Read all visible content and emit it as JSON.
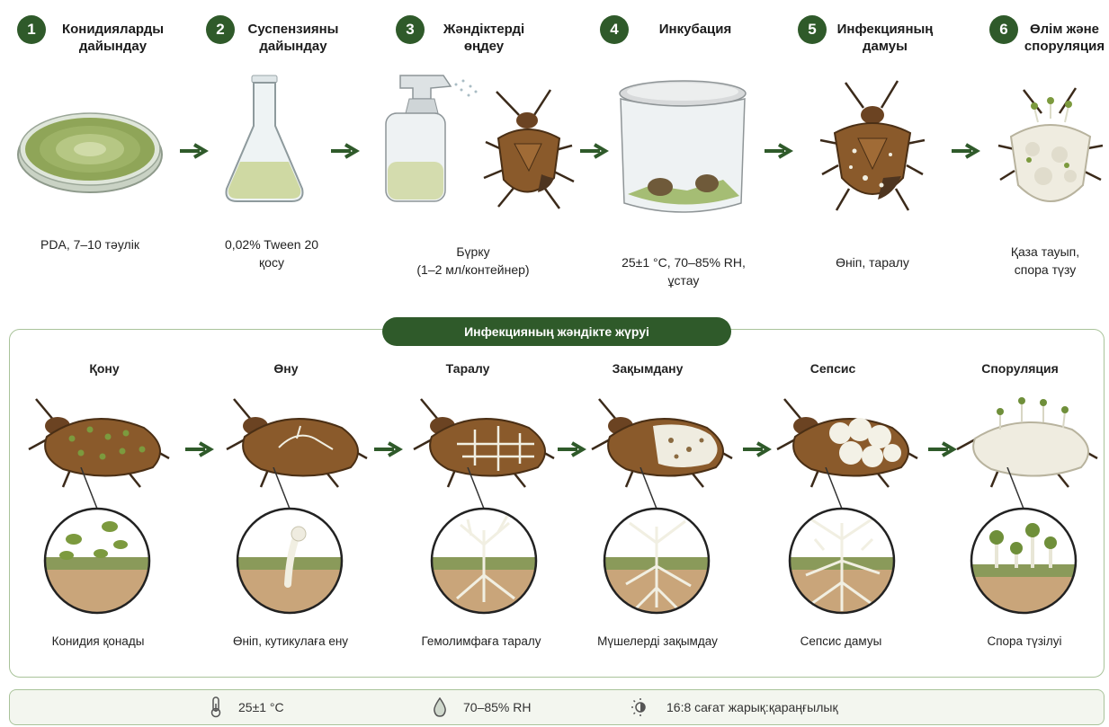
{
  "steps": [
    {
      "num": "1",
      "title_l1": "Конидияларды",
      "title_l2": "дайындау",
      "cap_l1": "PDA, 7–10 тәулік",
      "cap_l2": ""
    },
    {
      "num": "2",
      "title_l1": "Суспензияны",
      "title_l2": "дайындау",
      "cap_l1": "0,02% Tween 20",
      "cap_l2": "қосу"
    },
    {
      "num": "3",
      "title_l1": "Жәндіктерді",
      "title_l2": "өңдеу",
      "cap_l1": "Бүрку",
      "cap_l2": "(1–2 мл/контейнер)"
    },
    {
      "num": "4",
      "title_l1": "Инкубация",
      "title_l2": "",
      "cap_l1": "25±1 °C, 70–85% RH,",
      "cap_l2": "ұстау"
    },
    {
      "num": "5",
      "title_l1": "Инфекцияның",
      "title_l2": "дамуы",
      "cap_l1": "Өніп, таралу",
      "cap_l2": ""
    },
    {
      "num": "6",
      "title_l1": "Өлім және",
      "title_l2": "споруляция",
      "cap_l1": "Қаза тауып,",
      "cap_l2": "спора түзу"
    }
  ],
  "panel_title": "Инфекцияның жәндікте жүруі",
  "stages": [
    {
      "title": "Қону",
      "caption": "Конидия қонады"
    },
    {
      "title": "Өну",
      "caption": "Өніп, кутикулаға ену"
    },
    {
      "title": "Таралу",
      "caption": "Гемолимфаға таралу"
    },
    {
      "title": "Зақымдану",
      "caption": "Мүшелерді зақымдау"
    },
    {
      "title": "Сепсис",
      "caption": "Сепсис дамуы"
    },
    {
      "title": "Споруляция",
      "caption": "Спора түзілуі"
    }
  ],
  "conditions": {
    "temperature": "25±1 °C",
    "humidity": "70–85% RH",
    "photoperiod": "16:8 сағат жарық:қараңғылық"
  },
  "icons": {
    "temperature": "thermometer-icon",
    "humidity": "water-drop-icon",
    "photoperiod": "sun-moon-icon"
  },
  "colors": {
    "accent": "#2f5a2a",
    "border": "#a9c39a",
    "bug": "#8a5a2b",
    "fungus": "#f1efe2",
    "spore": "#6f8f3a"
  }
}
